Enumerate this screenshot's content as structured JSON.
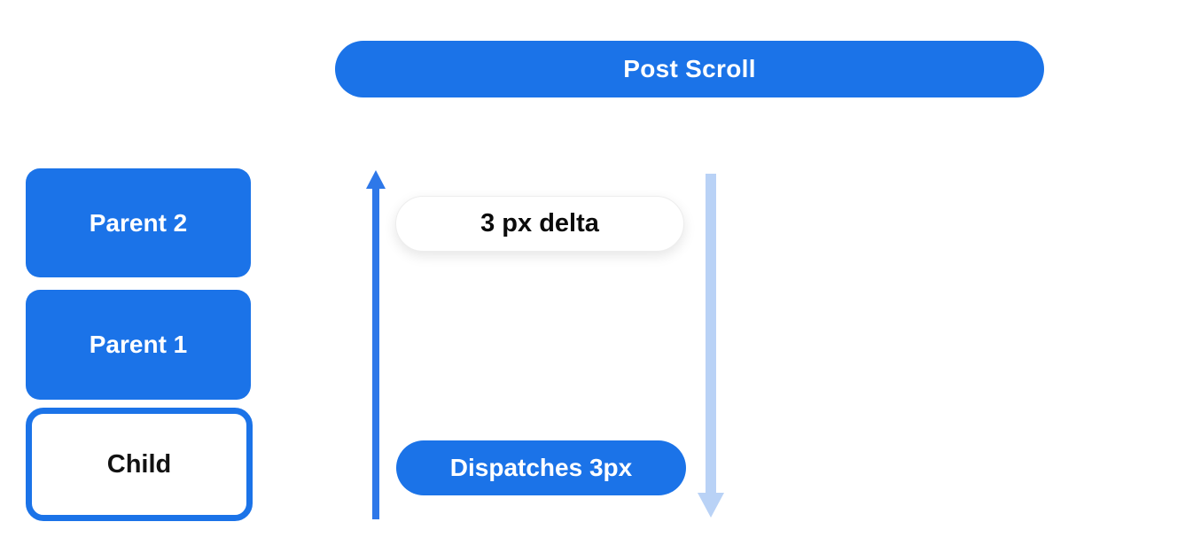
{
  "banner": {
    "label": "Post Scroll"
  },
  "nodes": [
    {
      "label": "Parent 2",
      "style": "filled"
    },
    {
      "label": "Parent 1",
      "style": "filled"
    },
    {
      "label": "Child",
      "style": "outlined"
    }
  ],
  "annotations": {
    "delta_pill": "3 px delta",
    "dispatch_pill": "Dispatches 3px"
  },
  "icons": {
    "up_arrow": "upward-scroll-arrow",
    "down_arrow": "downward-dispatch-arrow"
  },
  "colors": {
    "primary_blue": "#1b73e8",
    "arrow_up_blue": "#2e78e9",
    "arrow_down_light_blue": "#b9d2f6",
    "pill_border": "#ededed",
    "text_dark": "#121212",
    "background": "#ffffff"
  }
}
